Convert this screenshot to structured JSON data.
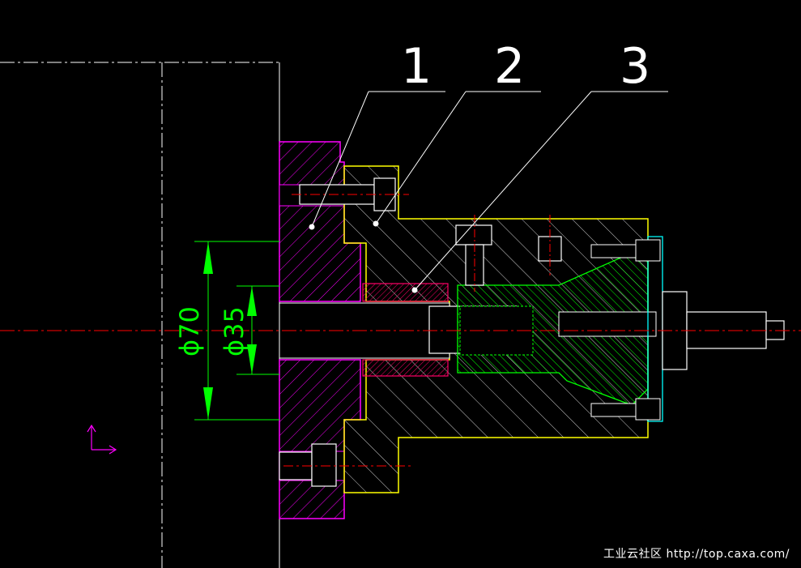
{
  "leaders": [
    {
      "label": "1",
      "color": "#ffffff"
    },
    {
      "label": "2",
      "color": "#ffffff"
    },
    {
      "label": "3",
      "color": "#ffffff"
    }
  ],
  "dimensions": [
    {
      "label": "ϕ70",
      "color": "#00ff00"
    },
    {
      "label": "ϕ35",
      "color": "#00ff00"
    }
  ],
  "colors": {
    "background": "#000000",
    "centerline": "#ff0000",
    "magenta_part": "#ff00ff",
    "yellow_part": "#ffff00",
    "green_part": "#00ff00",
    "cyan_part": "#00ffff",
    "red_part": "#ff0066",
    "outline": "#ffffff"
  },
  "watermark": "工业云社区 http://top.caxa.com/"
}
